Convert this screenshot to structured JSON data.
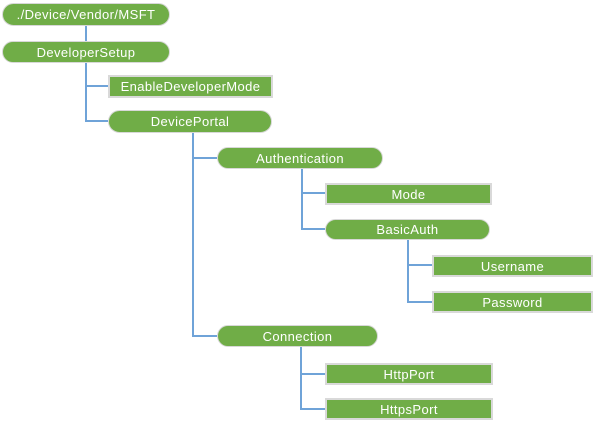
{
  "diagram": {
    "type": "tree",
    "description": "Configuration service provider node hierarchy diagram"
  },
  "colors": {
    "node_fill": "#70AD47",
    "node_text": "#FFFFFF",
    "connector": "#6FA3D8",
    "rect_border": "#D9D9D9",
    "pill_border": "#D8D8D8"
  },
  "nodes": [
    {
      "label": "./Device/Vendor/MSFT",
      "shape": "pill",
      "parent": null
    },
    {
      "label": "DeveloperSetup",
      "shape": "pill",
      "parent": "./Device/Vendor/MSFT"
    },
    {
      "label": "EnableDeveloperMode",
      "shape": "rect",
      "parent": "DeveloperSetup"
    },
    {
      "label": "DevicePortal",
      "shape": "pill",
      "parent": "DeveloperSetup"
    },
    {
      "label": "Authentication",
      "shape": "pill",
      "parent": "DevicePortal"
    },
    {
      "label": "Mode",
      "shape": "rect",
      "parent": "Authentication"
    },
    {
      "label": "BasicAuth",
      "shape": "pill",
      "parent": "Authentication"
    },
    {
      "label": "Username",
      "shape": "rect",
      "parent": "BasicAuth"
    },
    {
      "label": "Password",
      "shape": "rect",
      "parent": "BasicAuth"
    },
    {
      "label": "Connection",
      "shape": "pill",
      "parent": "DevicePortal"
    },
    {
      "label": "HttpPort",
      "shape": "rect",
      "parent": "Connection"
    },
    {
      "label": "HttpsPort",
      "shape": "rect",
      "parent": "Connection"
    }
  ]
}
